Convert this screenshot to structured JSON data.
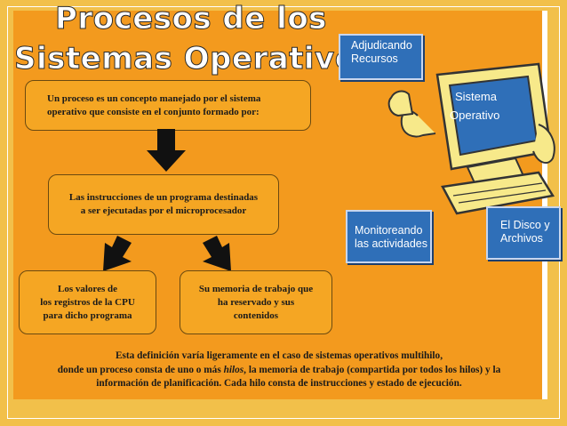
{
  "title": {
    "line1": "Procesos de los",
    "line2": "Sistemas Operativos"
  },
  "boxes": {
    "definition": [
      "Un proceso es un concepto manejado por el sistema",
      "operativo que consiste en el conjunto formado por:"
    ],
    "instructions": [
      "Las instrucciones de un programa destinadas",
      "a ser ejecutadas por el microprocesador"
    ],
    "cpu_registers": [
      "Los valores de",
      "los registros de la CPU",
      "para dicho programa"
    ],
    "memory": [
      "Su memoria de trabajo que",
      "ha reservado y sus",
      "contenidos"
    ]
  },
  "note": {
    "line1": "Esta definición varía ligeramente en el caso de sistemas operativos multihilo,",
    "line2_a": "donde un proceso consta de uno o más ",
    "line2_em": "hilos",
    "line2_b": ", la memoria de trabajo (compartida por todos los hilos) y la",
    "line3": "información de planificación. Cada hilo consta de instrucciones y estado de ejecución."
  },
  "illustration": {
    "screen_text_line1": "Sistema",
    "screen_text_line2": "Operativo",
    "label_allocating": [
      "Adjudicando",
      "Recursos"
    ],
    "label_monitoring": [
      "Monitoreando",
      "las actividades"
    ],
    "label_disk": [
      "El Disco y",
      "Archivos"
    ]
  },
  "colors": {
    "background": "#f2c04a",
    "panel": "#f39a1e",
    "box": "#f5a623",
    "label_blue": "#2f6fb8",
    "monitor": "#f7e98a",
    "screen": "#2f6fb8"
  }
}
